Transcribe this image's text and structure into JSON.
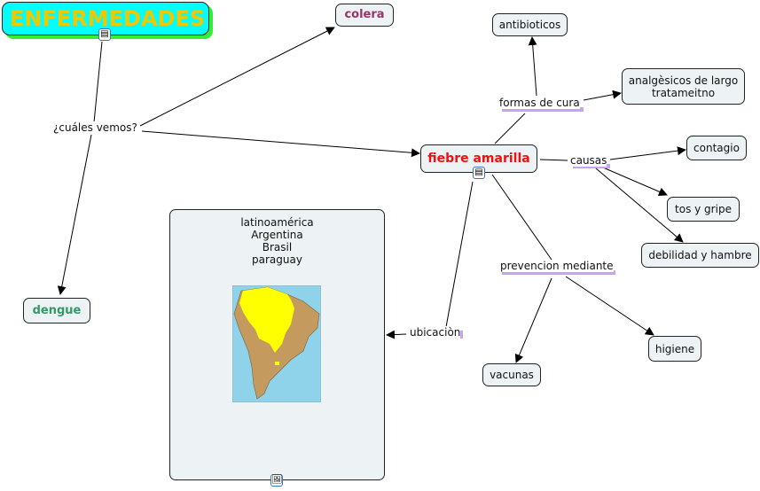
{
  "nodes": {
    "root": "ENFERMEDADES",
    "colera": "colera",
    "antibioticos": "antibioticos",
    "analgesicos": "analgèsicos de largo tratameitno",
    "fiebre": "fiebre amarilla",
    "contagio": "contagio",
    "tos": "tos y gripe",
    "debilidad": "debilidad y hambre",
    "higiene": "higiene",
    "vacunas": "vacunas",
    "dengue": "dengue",
    "ubicacion_box": [
      "latinoamérica",
      "Argentina",
      "Brasil",
      "paraguay"
    ]
  },
  "links": {
    "cuales": "¿cuáles vemos?",
    "formas": "formas de cura",
    "causas": "causas",
    "prevencion": "prevencion mediante",
    "ubicacion": "ubicaciòn"
  },
  "colors": {
    "root_bg": "#00ffff",
    "root_text": "#f0c800",
    "root_shadow": "#33ee33",
    "fiebre": "#ee1111",
    "colera": "#993366",
    "dengue": "#339966",
    "underline": "#c7a3f2"
  }
}
